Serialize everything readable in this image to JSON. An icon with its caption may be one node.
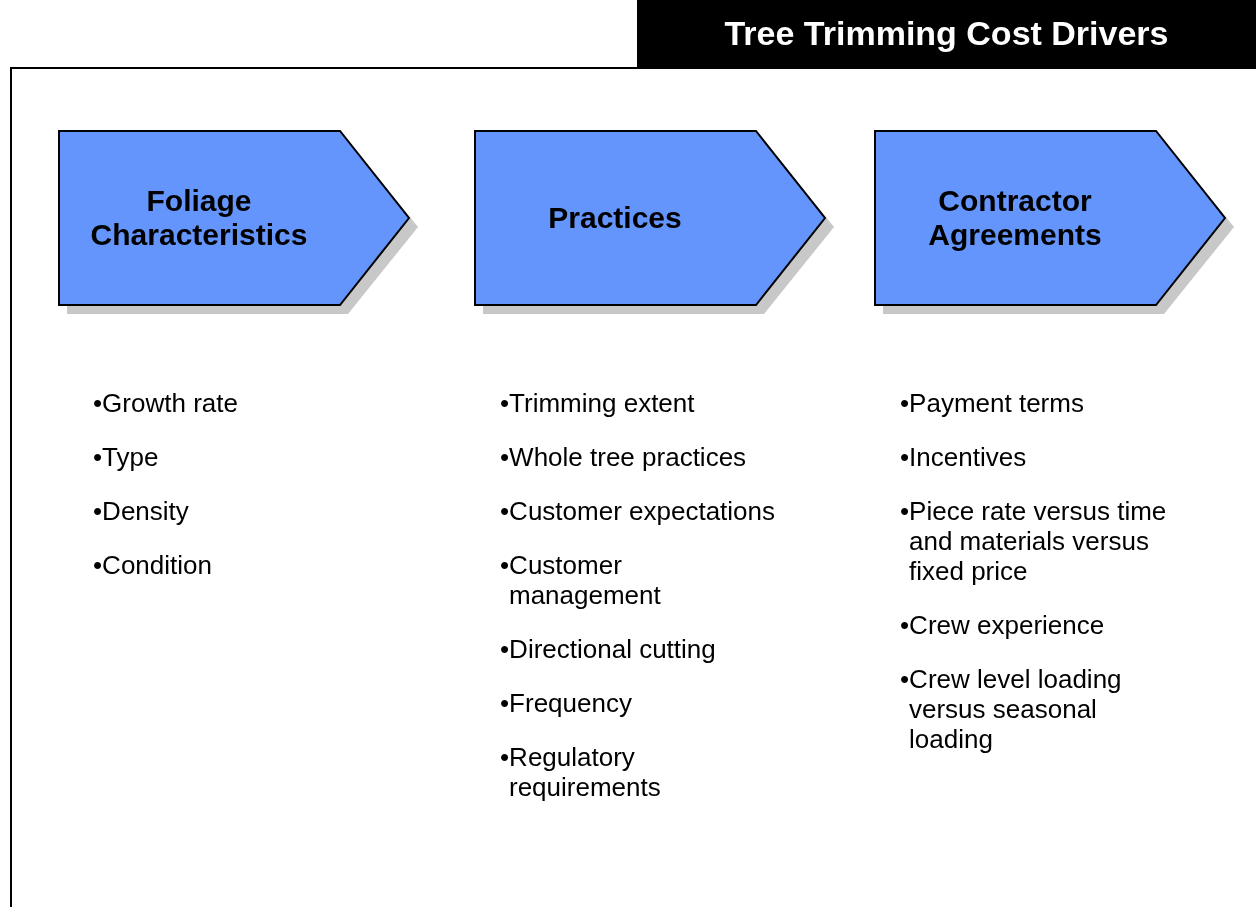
{
  "diagram": {
    "title": "Tree Trimming Cost Drivers",
    "nodes": [
      {
        "text": [
          "Foliage Characteristics"
        ]
      },
      {
        "text": [
          "Practices"
        ]
      },
      {
        "text": [
          "Contractor Agreements"
        ]
      }
    ],
    "labels": [
      "•Growth rate",
      "•Type",
      "•Density",
      "•Condition",
      "•Trimming extent",
      "•Whole tree practices",
      "•Customer expectations",
      "•Customer management",
      "•Directional cutting",
      "•Frequency",
      "•Regulatory requirements",
      "•Payment terms",
      "•Incentives",
      "•Piece rate versus time and materials versus fixed price",
      "•Crew experience",
      "•Crew level loading versus seasonal loading"
    ]
  }
}
